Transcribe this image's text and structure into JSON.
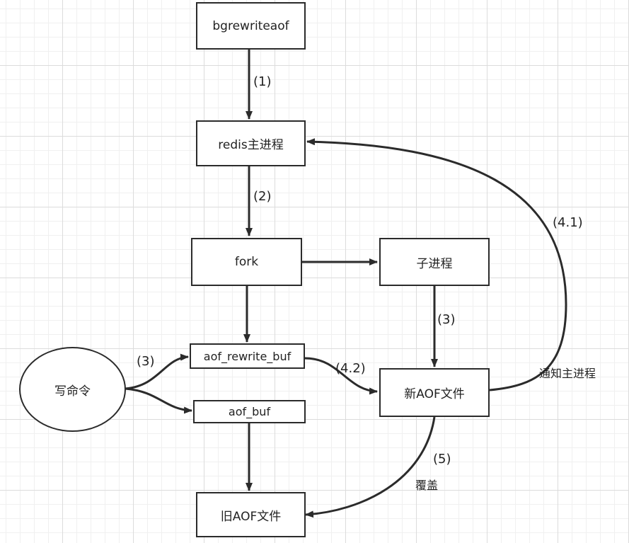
{
  "nodes": {
    "bgrewriteaof": "bgrewriteaof",
    "redis_main": "redis主进程",
    "fork": "fork",
    "child": "子进程",
    "aof_rewrite_buf": "aof_rewrite_buf",
    "aof_buf": "aof_buf",
    "write_cmd": "写命令",
    "new_aof": "新AOF文件",
    "old_aof": "旧AOF文件"
  },
  "edge_labels": {
    "step1": "(1)",
    "step2": "(2)",
    "step3_child": "(3)",
    "step3_write": "(3)",
    "step4_1": "(4.1)",
    "step4_2": "(4.2)",
    "step5": "(5)",
    "notify_main": "通知主进程",
    "overwrite": "覆盖"
  },
  "colors": {
    "stroke": "#2b2b2b",
    "text": "#222222",
    "background": "#ffffff"
  }
}
